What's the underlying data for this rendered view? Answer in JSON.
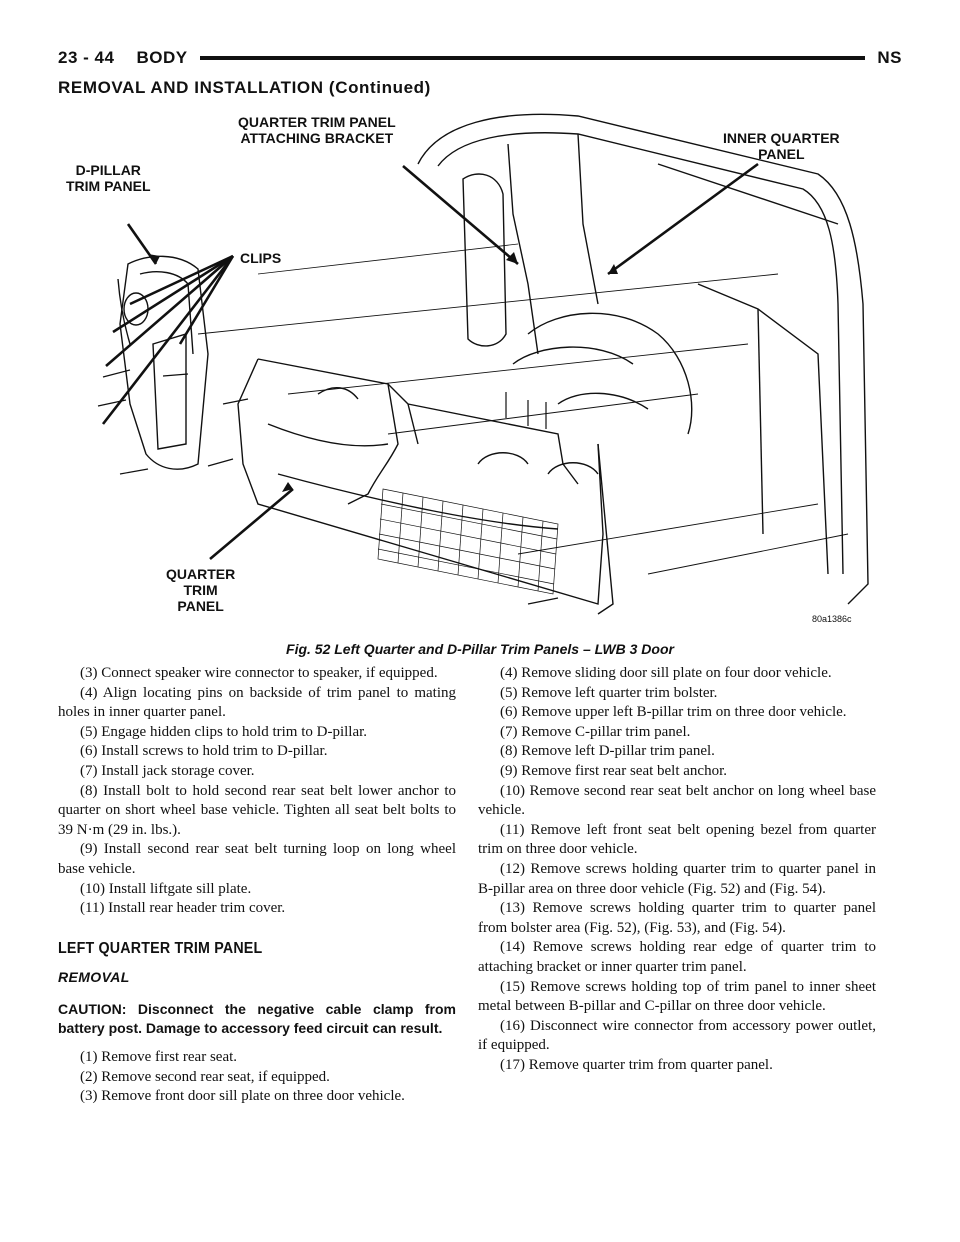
{
  "header": {
    "page_number": "23 - 44",
    "section": "BODY",
    "model_code": "NS"
  },
  "continued_title": "REMOVAL AND INSTALLATION (Continued)",
  "figure": {
    "callouts": {
      "d_pillar": "D-PILLAR\nTRIM PANEL",
      "bracket": "QUARTER TRIM PANEL\nATTACHING BRACKET",
      "inner_quarter": "INNER QUARTER\nPANEL",
      "clips": "CLIPS",
      "quarter_trim": "QUARTER\nTRIM\nPANEL"
    },
    "figure_id": "80a1386c",
    "caption": "Fig. 52 Left Quarter and D-Pillar Trim Panels – LWB 3 Door"
  },
  "left_column": {
    "steps": [
      "(3) Connect speaker wire connector to speaker, if equipped.",
      "(4) Align locating pins on backside of trim panel to mating holes in inner quarter panel.",
      "(5) Engage hidden clips to hold trim to D-pillar.",
      "(6) Install screws to hold trim to D-pillar.",
      "(7) Install jack storage cover.",
      "(8) Install bolt to hold second rear seat belt lower anchor to quarter on short wheel base vehicle. Tighten all seat belt bolts to 39 N·m (29 in. lbs.).",
      "(9) Install second rear seat belt turning loop on long wheel base vehicle.",
      "(10) Install liftgate sill plate.",
      "(11) Install rear header trim cover."
    ],
    "section_heading": "LEFT QUARTER TRIM PANEL",
    "subheading": "REMOVAL",
    "caution": "CAUTION: Disconnect the negative cable clamp from battery post. Damage to accessory feed circuit can result.",
    "removal_steps": [
      "(1) Remove first rear seat.",
      "(2) Remove second rear seat, if equipped.",
      "(3) Remove front door sill plate on three door vehicle."
    ]
  },
  "right_column": {
    "steps": [
      "(4) Remove sliding door sill plate on four door vehicle.",
      "(5) Remove left quarter trim bolster.",
      "(6) Remove upper left B-pillar trim on three door vehicle.",
      "(7) Remove C-pillar trim panel.",
      "(8) Remove left D-pillar trim panel.",
      "(9) Remove first rear seat belt anchor.",
      "(10) Remove second rear seat belt anchor on long wheel base vehicle.",
      "(11) Remove left front seat belt opening bezel from quarter trim on three door vehicle.",
      "(12) Remove screws holding quarter trim to quarter panel in B-pillar area on three door vehicle (Fig. 52) and (Fig. 54).",
      "(13) Remove screws holding quarter trim to quarter panel from bolster area (Fig. 52), (Fig. 53), and (Fig. 54).",
      "(14) Remove screws holding rear edge of quarter trim to attaching bracket or inner quarter trim panel.",
      "(15) Remove screws holding top of trim panel to inner sheet metal between B-pillar and C-pillar on three door vehicle.",
      "(16) Disconnect wire connector from accessory power outlet, if equipped.",
      "(17) Remove quarter trim from quarter panel."
    ]
  }
}
